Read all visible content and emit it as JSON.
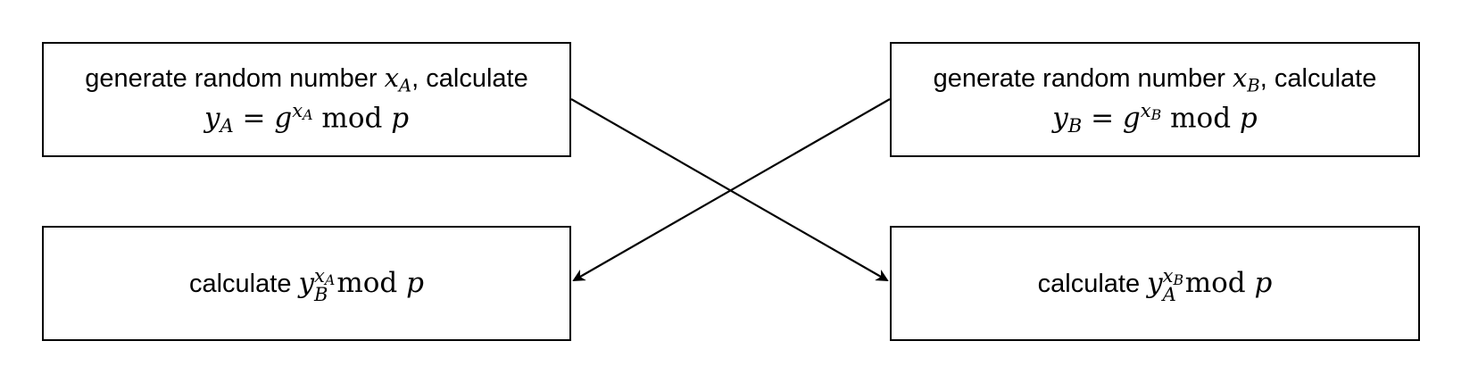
{
  "colors": {
    "stroke": "#000000",
    "background": "#ffffff"
  },
  "boxes": {
    "a_top": {
      "prefix": "generate random number ",
      "x_sym": "x",
      "x_sub": "A",
      "suffix": ", calculate",
      "y_sym": "y",
      "y_sub": "A",
      "eq": " = ",
      "g_sym": "g",
      "exp_sym": "x",
      "exp_sub": "A",
      "mod": "mod",
      "p_sym": "p"
    },
    "b_top": {
      "prefix": "generate random number ",
      "x_sym": "x",
      "x_sub": "B",
      "suffix": ", calculate",
      "y_sym": "y",
      "y_sub": "B",
      "eq": " = ",
      "g_sym": "g",
      "exp_sym": "x",
      "exp_sub": "B",
      "mod": "mod",
      "p_sym": "p"
    },
    "a_bottom": {
      "prefix": "calculate ",
      "y_sym": "y",
      "y_sub": "B",
      "exp_sym": "x",
      "exp_sub": "A",
      "mod": "mod",
      "p_sym": "p"
    },
    "b_bottom": {
      "prefix": "calculate ",
      "y_sym": "y",
      "y_sub": "A",
      "exp_sym": "x",
      "exp_sub": "B",
      "mod": "mod",
      "p_sym": "p"
    }
  },
  "arrows": [
    {
      "from": "box-a-top",
      "to": "box-b-bottom",
      "head": "arrow"
    },
    {
      "from": "box-b-top",
      "to": "box-a-bottom",
      "head": "arrow"
    }
  ]
}
